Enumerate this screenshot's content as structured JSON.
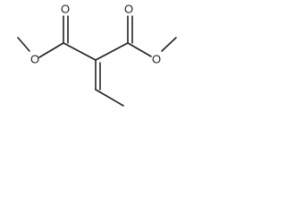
{
  "molecule": {
    "atoms": {
      "o_carbonyl_left": "O",
      "o_carbonyl_right": "O",
      "o_ester_left": "O",
      "o_ester_right": "O"
    },
    "colors": {
      "bond": "#222222",
      "background": "#ffffff"
    }
  }
}
